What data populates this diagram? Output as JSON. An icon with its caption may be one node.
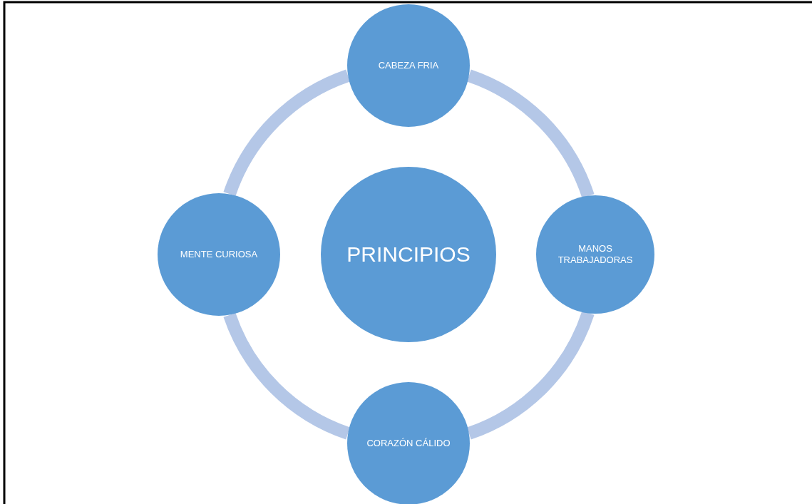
{
  "diagram": {
    "nodes": [
      {
        "text": [
          "CABEZA FRIA"
        ]
      },
      {
        "text": [
          "MENTE CURIOSA"
        ]
      },
      {
        "text": [
          "PRINCIPIOS"
        ]
      },
      {
        "text": [
          "MANOS TRABAJADORAS"
        ]
      },
      {
        "text": [
          "CORAZÓN CÁLIDO"
        ]
      }
    ],
    "edges": [
      {
        "from": 0,
        "to": 3,
        "arrow": "none"
      },
      {
        "from": 3,
        "to": 4,
        "arrow": "none"
      },
      {
        "from": 4,
        "to": 1,
        "arrow": "none"
      },
      {
        "from": 1,
        "to": 0,
        "arrow": "none"
      }
    ]
  }
}
